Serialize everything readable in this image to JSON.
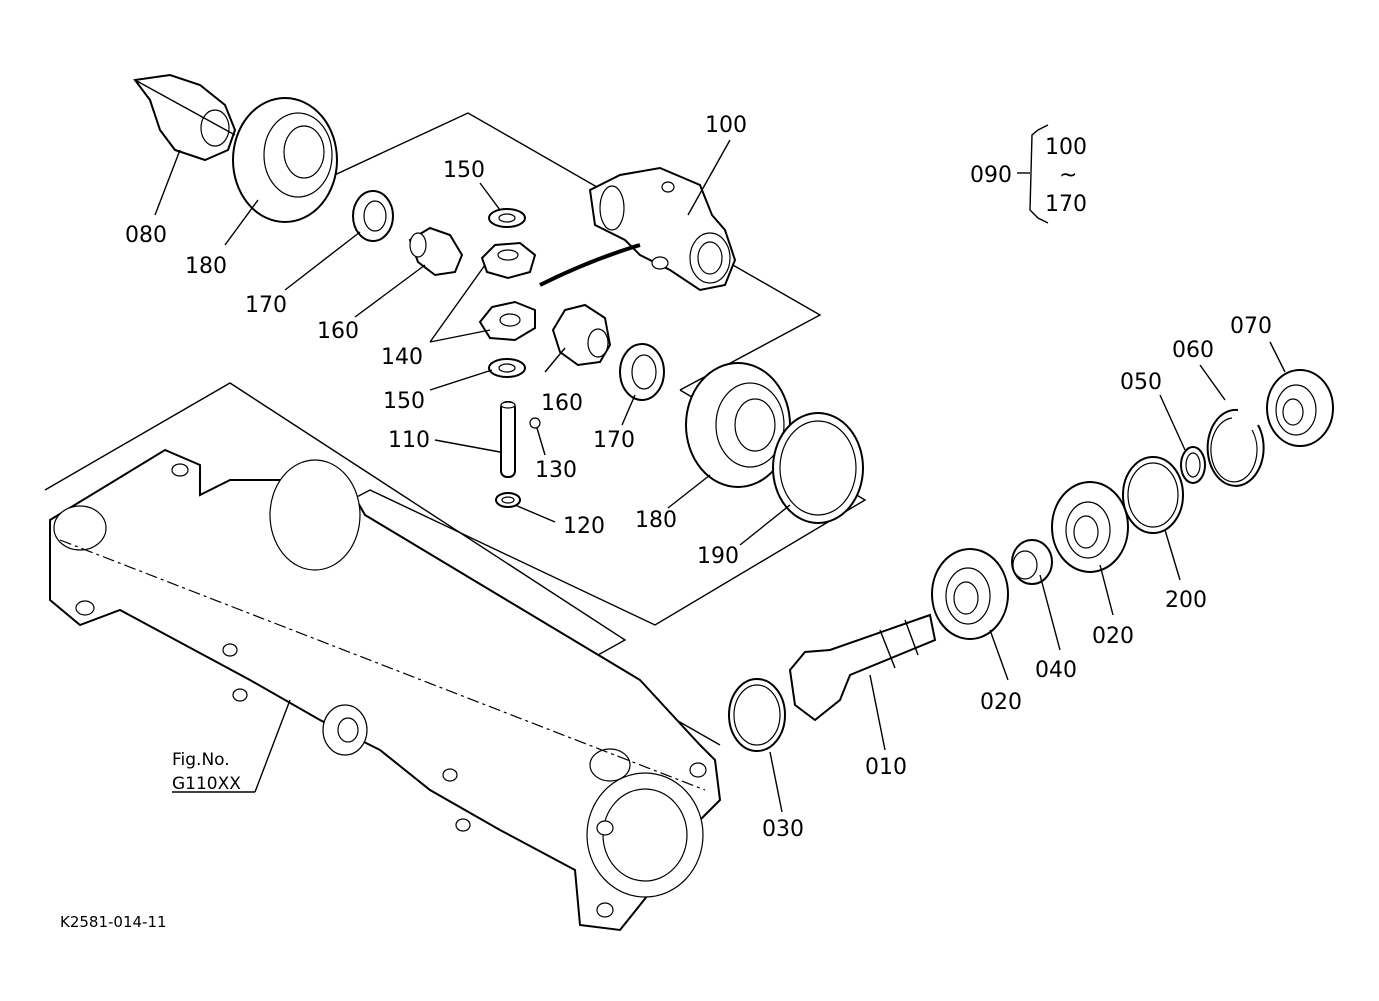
{
  "callouts": {
    "p080": "080",
    "p180_top": "180",
    "p170_top": "170",
    "p160_left": "160",
    "p150_top": "150",
    "p140": "140",
    "p150_bottom": "150",
    "p160_right": "160",
    "p170_right": "170",
    "p110": "110",
    "p130": "130",
    "p120": "120",
    "p100": "100",
    "p180_right": "180",
    "p190": "190",
    "p010": "010",
    "p020_left": "020",
    "p020_right": "020",
    "p030": "030",
    "p040": "040",
    "p050": "050",
    "p060": "060",
    "p070": "070",
    "p200": "200"
  },
  "assembly": {
    "code": "090",
    "range_start": "100",
    "range_sep": "~",
    "range_end": "170"
  },
  "figure_ref": {
    "line1": "Fig.No.",
    "line2": "G110XX"
  },
  "drawing_id": "K2581-014-11"
}
